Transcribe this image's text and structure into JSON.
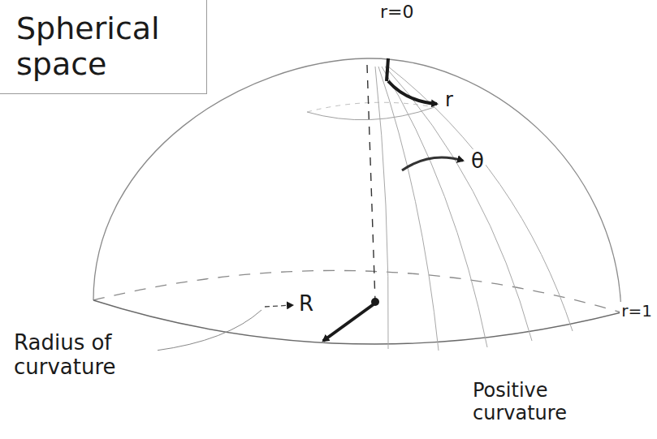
{
  "diagram": {
    "nodes": [
      {
        "text": [
          "Spherical space"
        ]
      }
    ],
    "labels": [
      "r=0",
      "r",
      "θ",
      "R",
      "r=1",
      "Radius of curvature",
      "Positive curvature"
    ]
  }
}
